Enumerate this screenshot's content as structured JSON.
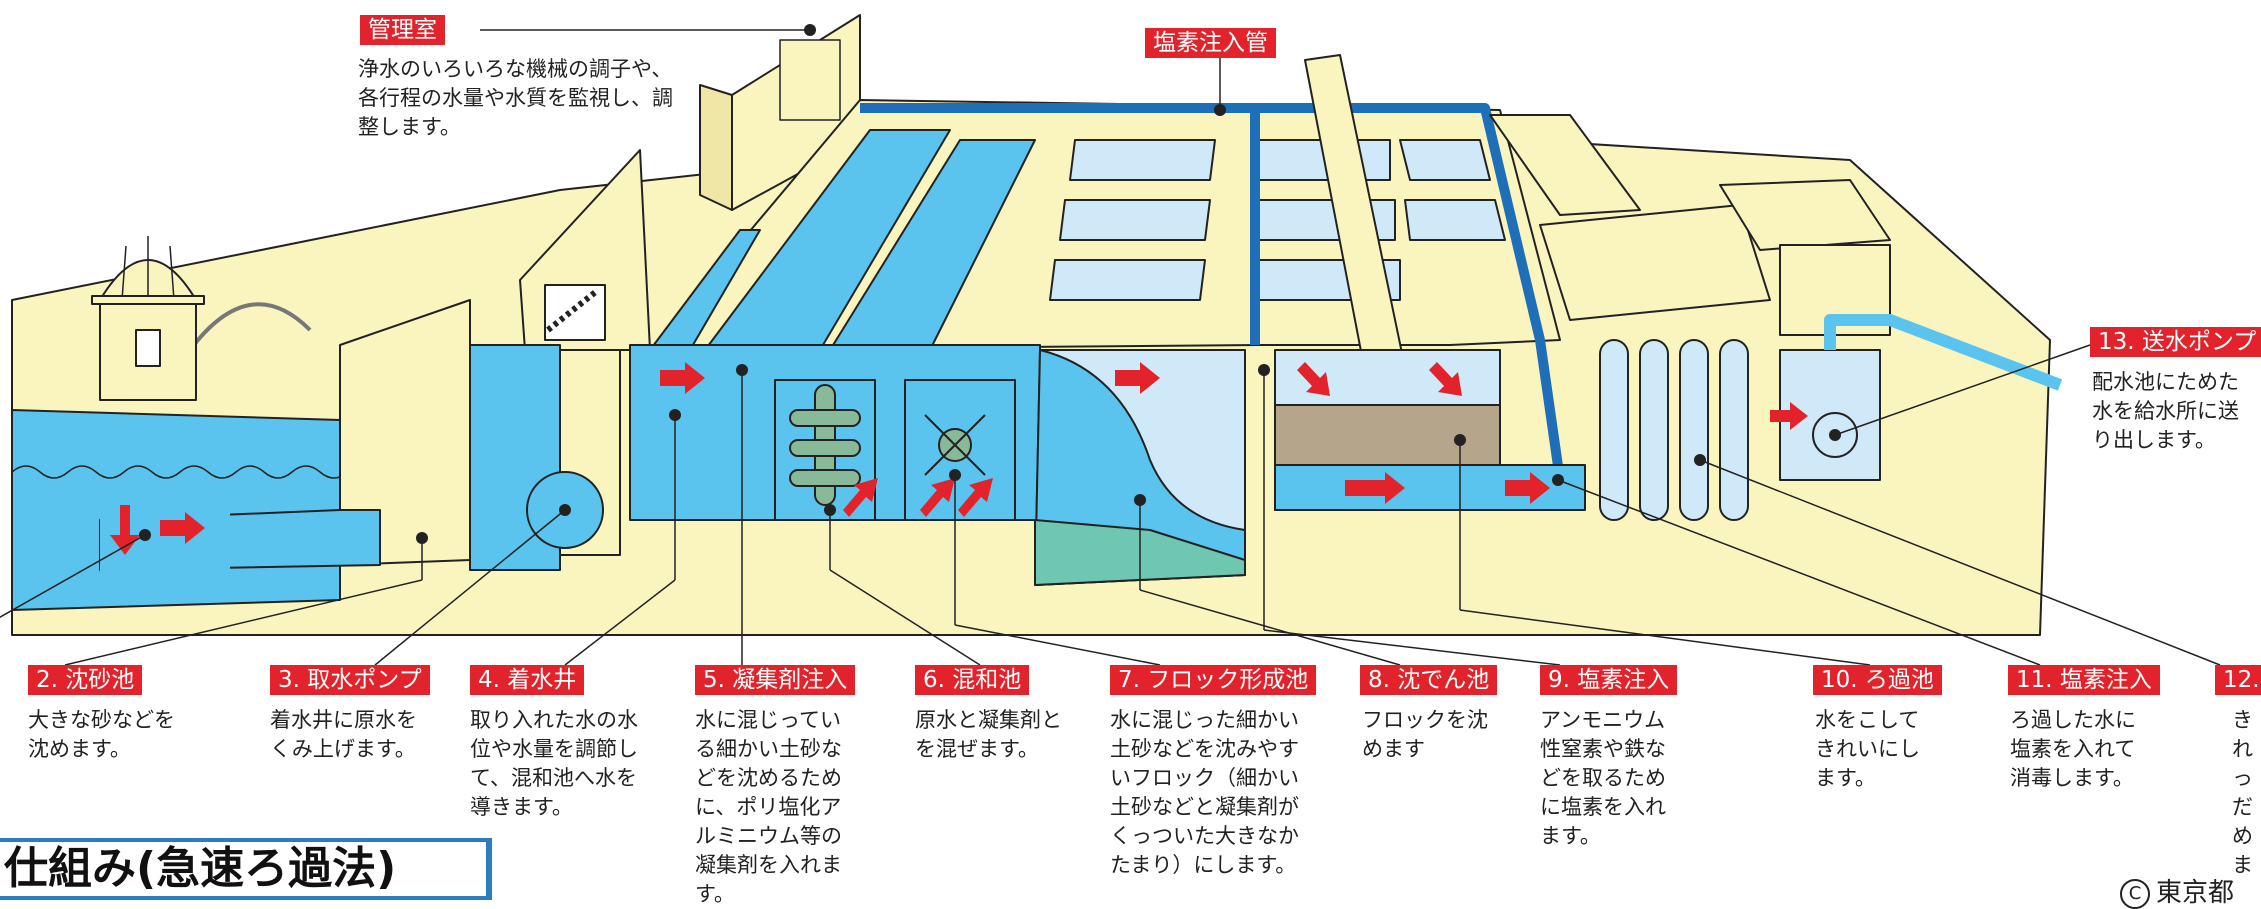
{
  "labels": {
    "control_room": {
      "tag": "管理室",
      "desc": [
        "浄水のいろいろな機械の調子や、",
        "各行程の水量や水質を監視し、調",
        "整します。"
      ]
    },
    "chlorine_pipe": {
      "tag": "塩素注入管"
    },
    "s2": {
      "tag": "2. 沈砂池",
      "desc": [
        "大きな砂などを",
        "沈めます。"
      ]
    },
    "s3": {
      "tag": "3. 取水ポンプ",
      "desc": [
        "着水井に原水を",
        "くみ上げます。"
      ]
    },
    "s4": {
      "tag": "4. 着水井",
      "desc": [
        "取り入れた水の水",
        "位や水量を調節し",
        "て、混和池へ水を",
        "導きます。"
      ]
    },
    "s5": {
      "tag": "5. 凝集剤注入",
      "desc": [
        "水に混じってい",
        "る細かい土砂な",
        "どを沈めるため",
        "に、ポリ塩化ア",
        "ルミニウム等の",
        "凝集剤を入れま",
        "す。"
      ]
    },
    "s6": {
      "tag": "6. 混和池",
      "desc": [
        "原水と凝集剤と",
        "を混ぜます。"
      ]
    },
    "s7": {
      "tag": "7. フロック形成池",
      "desc": [
        "水に混じった細かい",
        "土砂などを沈みやす",
        "いフロック（細かい",
        "土砂などと凝集剤が",
        "くっついた大きなか",
        "たまり）にします。"
      ]
    },
    "s8": {
      "tag": "8. 沈でん池",
      "desc": [
        "フロックを沈",
        "めます"
      ]
    },
    "s9": {
      "tag": "9. 塩素注入",
      "desc": [
        "アンモニウム",
        "性窒素や鉄な",
        "どを取るため",
        "に塩素を入れ",
        "ます。"
      ]
    },
    "s10": {
      "tag": "10. ろ過池",
      "desc": [
        "水をこして",
        "きれいにし",
        "ます。"
      ]
    },
    "s11": {
      "tag": "11. 塩素注入",
      "desc": [
        "ろ過した水に",
        "塩素を入れて",
        "消毒します。"
      ]
    },
    "s12": {
      "tag": "12.",
      "desc": [
        "きれ",
        "っだ",
        "めま"
      ]
    },
    "s13": {
      "tag": "13. 送水ポンプ",
      "desc": [
        "配水池にためた",
        "水を給水所に送",
        "り出します。"
      ]
    }
  },
  "title": "仕組み(急速ろ過法)",
  "credit": {
    "mark": "C",
    "text": "東京都"
  },
  "colors": {
    "water": "#5bc4ee",
    "building": "#faf4bf",
    "tag": "#e3232b",
    "pipe": "#1f6fb8",
    "sludge": "#b5a58a",
    "arrow": "#e3232b"
  }
}
